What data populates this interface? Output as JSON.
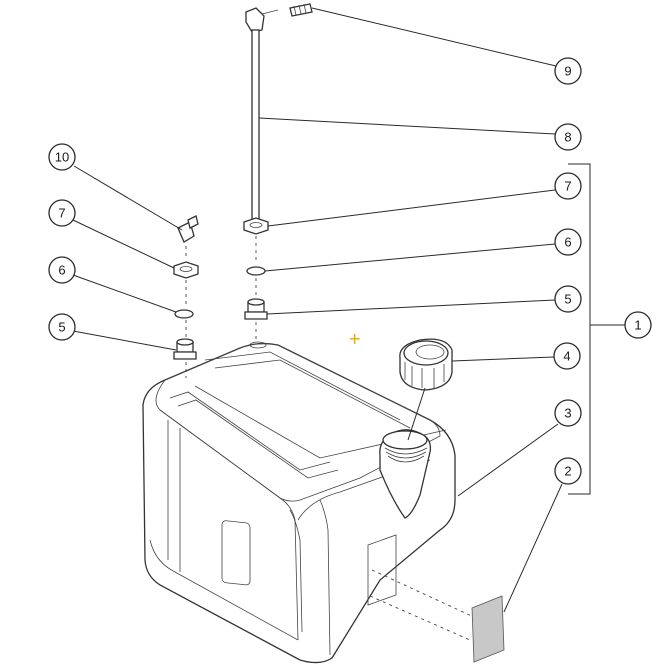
{
  "callouts": {
    "c9": "9",
    "c8": "8",
    "c10": "10",
    "c7_left": "7",
    "c7_right": "7",
    "c6_left": "6",
    "c6_right": "6",
    "c5_left": "5",
    "c5_right": "5",
    "c1": "1",
    "c4": "4",
    "c3": "3",
    "c2": "2"
  },
  "cursor_marker": "+"
}
